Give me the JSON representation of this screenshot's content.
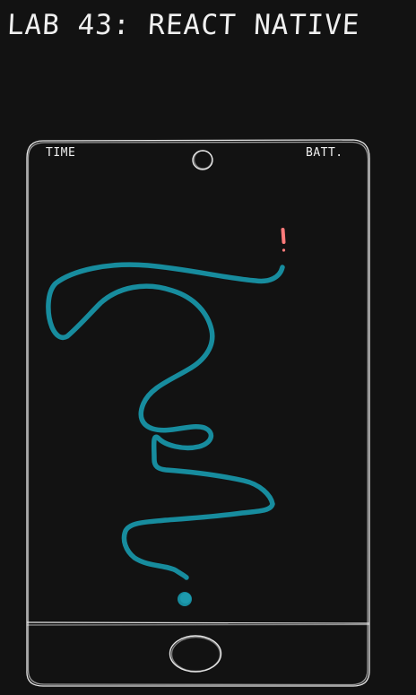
{
  "page": {
    "title": "LAB 43: REACT NATIVE"
  },
  "phone": {
    "status_bar": {
      "time_label": "TIME",
      "battery_label": "BATT."
    }
  },
  "colors": {
    "background": "#121212",
    "sketch_stroke": "#e6e6e6",
    "question_mark_stroke": "#178c9e",
    "exclamation": "#ff7b7b"
  },
  "icons": {
    "camera": "camera-icon",
    "home_button": "home-button-icon"
  }
}
